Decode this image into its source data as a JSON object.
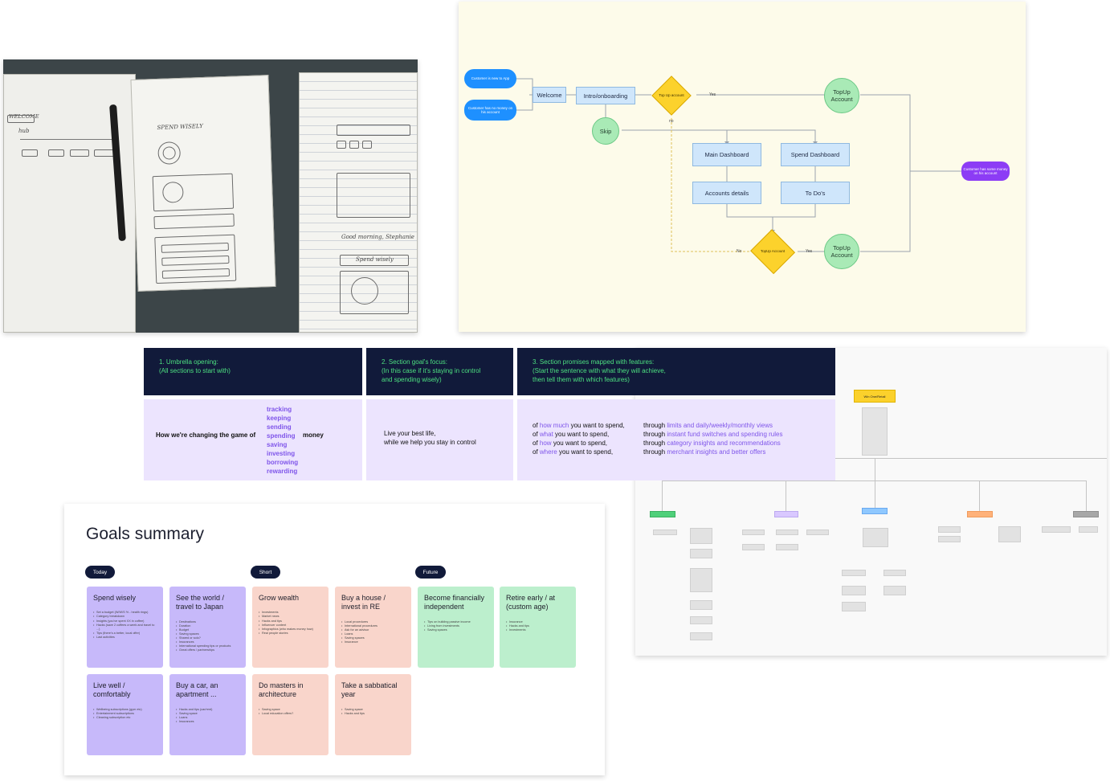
{
  "sketch": {
    "notes": [
      "WELCOME",
      "hub",
      "SPEND WISELY",
      "Good morning, Stephanie",
      "Spend wisely"
    ]
  },
  "flowchart": {
    "nodes": {
      "start_new": "Customer is new to App",
      "start_nomoney": "Customer has no money on his account",
      "welcome": "Welcome",
      "intro": "Intro/onboarding",
      "skip": "Skip",
      "topup_q1": "Top Up account",
      "topup_circle_1": "TopUp Account",
      "main_dashboard": "Main Dashboard",
      "spend_dashboard": "Spend Dashboard",
      "accounts_details": "Accounts details",
      "todos": "To Do's",
      "topup_q2": "TopUp Account",
      "topup_circle_2": "TopUp Account",
      "has_money": "Customer has some money on his account"
    },
    "edge_labels": {
      "yes1": "Yes",
      "no1": "no",
      "no2": "No",
      "yes2": "Yes"
    }
  },
  "messaging": {
    "headers": [
      "1. Umbrella opening:\n(All sections to start with)",
      "2. Section goal's focus:\n(In this case if it's staying in control\nand spending wisely)",
      "3. Section promises mapped with features:\n(Start the sentence with what they will achieve,\nthen tell them with which features)"
    ],
    "umbrella_prefix": "How we're changing the game of",
    "umbrella_suffix": "money",
    "umbrella_verbs": [
      "tracking",
      "keeping",
      "sending",
      "spending",
      "saving",
      "investing",
      "borrowing",
      "rewarding"
    ],
    "focus_lines": [
      "Live your best life,",
      "while we help you stay in control"
    ],
    "promises": [
      {
        "pre": "of",
        "hl": "how much",
        "post": "you want to spend,"
      },
      {
        "pre": "of",
        "hl": "what",
        "post": "you want to spend,"
      },
      {
        "pre": "of",
        "hl": "how",
        "post": "you want to spend,"
      },
      {
        "pre": "of",
        "hl": "where",
        "post": "you want to spend,"
      }
    ],
    "features": [
      {
        "pre": "through",
        "hl": "limits and daily/weekly/monthly views"
      },
      {
        "pre": "through",
        "hl": "instant fund switches and spending rules"
      },
      {
        "pre": "through",
        "hl": "category insights and recommendations"
      },
      {
        "pre": "through",
        "hl": "merchant insights and better offers"
      }
    ]
  },
  "sitemap": {
    "root": "Win One/Retail",
    "branch_colors": [
      "#4fd07a",
      "#d9c8ff",
      "#8fc8ff",
      "#ffb27a",
      "#a8a8a8"
    ]
  },
  "goals": {
    "title": "Goals summary",
    "tags": {
      "today": "Today",
      "short": "Short",
      "future": "Future"
    },
    "cards": [
      {
        "title": "Spend wisely",
        "items": [
          "Set a budget (W/W/S % - health rings)",
          "Category breakdown",
          "Insights (you've spent XX in coffee)",
          "Hacks (save 2 coffees a week and travel to ...)",
          "Tips (there's a better, local offer)",
          "Last activities"
        ]
      },
      {
        "title": "See the world / travel to Japan",
        "items": [
          "Destinations",
          "Duration",
          "Budget",
          "Saving spaces",
          "Shared or solo?",
          "Insurances",
          "International spending tips or products",
          "Great offers / partnerships"
        ]
      },
      {
        "title": "Grow wealth",
        "items": [
          "Investments",
          "Market news",
          "Hacks and tips",
          "Influencer content",
          "Infographics (who makes money how)",
          "Real people stories"
        ]
      },
      {
        "title": "Buy a house / invest in RE",
        "items": [
          "Local procedures",
          "International procedures",
          "Ask for an advisor",
          "Loans",
          "Saving spaces",
          "Insurance"
        ]
      },
      {
        "title": "Become financially independent",
        "items": [
          "Tips on building passive income",
          "Living from investments",
          "Saving spaces"
        ]
      },
      {
        "title": "Retire early / at (custom age)",
        "items": [
          "Insurance",
          "Hacks and tips",
          "Investments"
        ]
      },
      {
        "title": "Live well / comfortably",
        "items": [
          "Wellbeing subscriptions (gym etc)",
          "Entertainment subscriptions",
          "Cleaning subscription etc"
        ]
      },
      {
        "title": "Buy a car, an apartment ...",
        "items": [
          "Hacks and tips (car/rent)",
          "Saving space",
          "Loans",
          "Insurances"
        ]
      },
      {
        "title": "Do masters in architecture",
        "items": [
          "Saving space",
          "Local education offers?"
        ]
      },
      {
        "title": "Take a sabbatical year",
        "items": [
          "Saving space",
          "Hacks and tips"
        ]
      }
    ]
  }
}
